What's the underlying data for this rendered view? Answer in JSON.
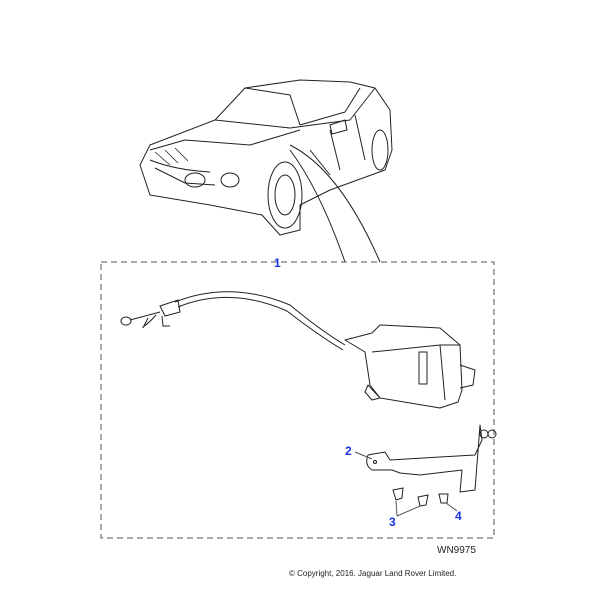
{
  "diagram": {
    "callouts": [
      "1",
      "2",
      "3",
      "4"
    ],
    "reference_code": "WN9975",
    "copyright": "© Copyright, 2016. Jaguar Land Rover Limited.",
    "accent_color": "#1a35e0"
  }
}
